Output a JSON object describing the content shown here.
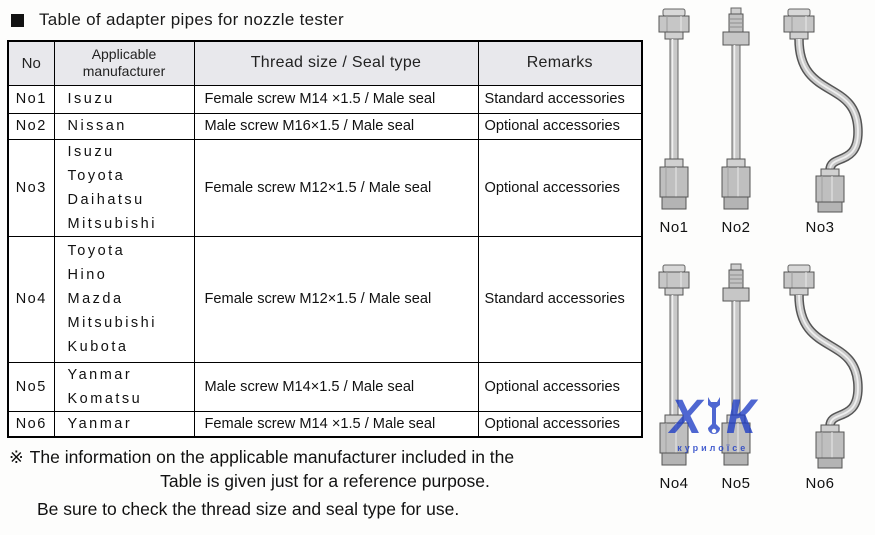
{
  "title": {
    "text": "Table of adapter pipes for nozzle tester"
  },
  "table": {
    "headers": {
      "no": "No",
      "manufacturer": "Applicable manufacturer",
      "thread": "Thread size / Seal type",
      "remarks": "Remarks"
    },
    "rows": [
      {
        "no": "No1",
        "manufacturers": [
          "Isuzu"
        ],
        "thread": "Female screw M14 ×1.5 / Male seal",
        "remarks": "Standard accessories"
      },
      {
        "no": "No2",
        "manufacturers": [
          "Nissan"
        ],
        "thread": "Male screw M16×1.5 / Male seal",
        "remarks": "Optional accessories"
      },
      {
        "no": "No3",
        "manufacturers": [
          "Isuzu",
          "Toyota",
          "Daihatsu",
          "Mitsubishi"
        ],
        "thread": "Female screw M12×1.5 / Male seal",
        "remarks": "Optional accessories"
      },
      {
        "no": "No4",
        "manufacturers": [
          "Toyota",
          "Hino",
          "Mazda",
          "Mitsubishi",
          "Kubota"
        ],
        "thread": "Female screw M12×1.5 / Male seal",
        "remarks": "Standard accessories"
      },
      {
        "no": "No5",
        "manufacturers": [
          "Yanmar",
          "Komatsu"
        ],
        "thread": "Male screw M14×1.5 / Male seal",
        "remarks": "Optional accessories"
      },
      {
        "no": "No6",
        "manufacturers": [
          "Yanmar"
        ],
        "thread": "Female screw M14 ×1.5 / Male seal",
        "remarks": "Optional accessories"
      }
    ]
  },
  "notes": {
    "mark": "※",
    "line1": "The information on the applicable manufacturer included in the",
    "line2": "Table is given just for a reference purpose.",
    "line3": "Be sure to check the thread size and seal type for use."
  },
  "figures": {
    "top": [
      "No1",
      "No2",
      "No3"
    ],
    "bottom": [
      "No4",
      "No5",
      "No6"
    ]
  },
  "watermark": {
    "left_letter": "Х",
    "right_letter": "К",
    "subtext": "курилоїсе"
  }
}
